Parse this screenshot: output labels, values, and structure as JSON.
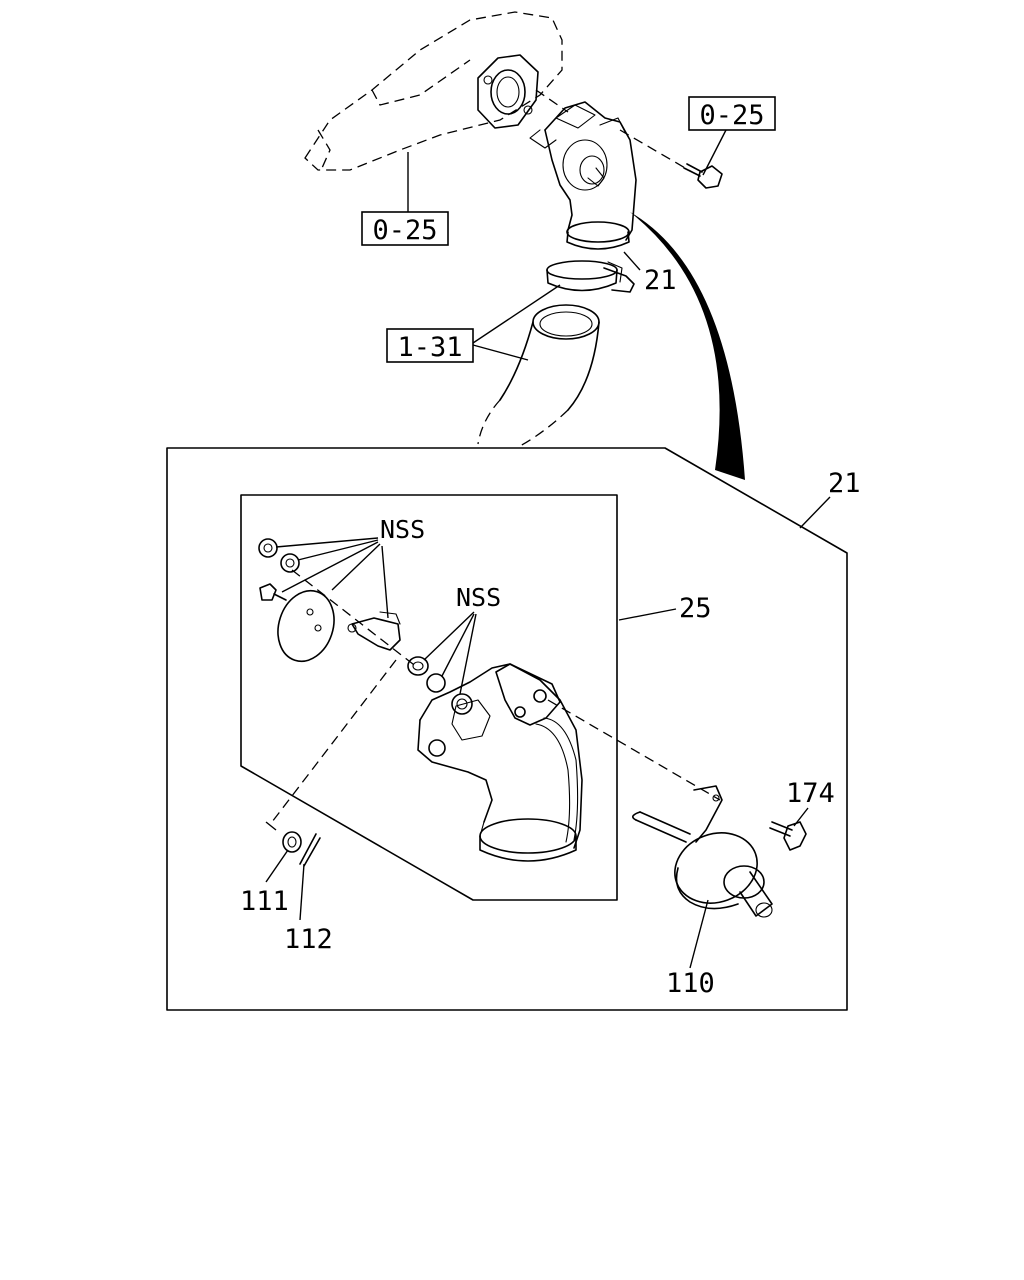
{
  "callouts": {
    "ref_manifold": "0-25",
    "ref_bolt_top": "0-25",
    "ref_hose": "1-31",
    "clamp": "21",
    "assembly": "21",
    "housing": "25",
    "nss_upper": "NSS",
    "nss_lower": "NSS",
    "bolt": "174",
    "washer": "111",
    "pin": "112",
    "actuator": "110"
  }
}
